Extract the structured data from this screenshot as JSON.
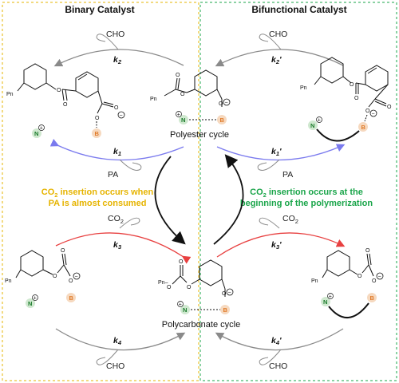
{
  "panels": {
    "left_title": "Binary Catalyst",
    "right_title": "Bifunctional Catalyst"
  },
  "reagents": {
    "cho": "CHO",
    "pa": "PA",
    "co2": "CO",
    "co2_sub": "2"
  },
  "rate_constants": {
    "k2": "k",
    "k2_sub": "2",
    "k1": "k",
    "k1_sub": "1",
    "k3": "k",
    "k3_sub": "3",
    "k4": "k",
    "k4_sub": "4",
    "k2p": "k",
    "k2p_sub": "2",
    "prime": "'",
    "k1p": "k",
    "k1p_sub": "1",
    "k3p": "k",
    "k3p_sub": "3",
    "k4p": "k",
    "k4p_sub": "4"
  },
  "cycles": {
    "polyester": "Polyester cycle",
    "polycarbonate": "Polycarbonate cycle"
  },
  "annotations": {
    "left_line1_a": "CO",
    "left_line1_sub": "2",
    "left_line1_b": " insertion occurs when",
    "left_line2": "PA is almost consumed",
    "right_line1_a": "CO",
    "right_line1_sub": "2",
    "right_line1_b": " insertion occurs at the",
    "right_line2": "beginning of the polymerization"
  },
  "atoms": {
    "n": "N",
    "b": "B",
    "o": "O",
    "pn": "Pn",
    "plus": "+",
    "minus": "−"
  },
  "colors": {
    "divider_left": "#e6b400",
    "divider_right": "#1aa54a",
    "blue_arrow": "#7a7aee",
    "red_arrow": "#e84040",
    "grey_arrow": "#8a8a8a",
    "n_circle": "#cfe8cf",
    "b_circle": "#f6d9bf"
  }
}
